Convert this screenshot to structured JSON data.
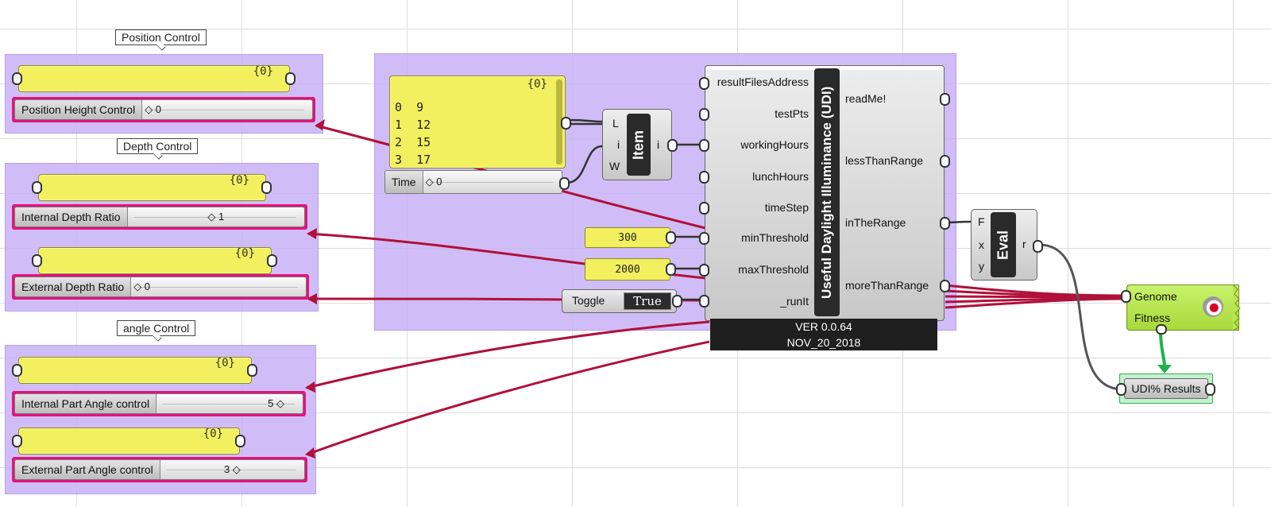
{
  "groups": {
    "position_label": "Position Control",
    "depth_label": "Depth Control",
    "angle_label": "angle Control"
  },
  "panel_count": "{0}",
  "sliders": {
    "position_height": {
      "name": "Position Height Control",
      "value": "0"
    },
    "internal_depth": {
      "name": "Internal Depth Ratio",
      "value": "1"
    },
    "external_depth": {
      "name": "External Depth Ratio",
      "value": "0"
    },
    "internal_angle": {
      "name": "Internal Part Angle control",
      "value": "5"
    },
    "external_angle": {
      "name": "External Part Angle control",
      "value": "3"
    },
    "time": {
      "name": "Time",
      "value": "0"
    }
  },
  "list_panel": {
    "count": "{0}",
    "rows": [
      "0  9",
      "1  12",
      "2  15",
      "3  17"
    ]
  },
  "list_item": {
    "title": "Item",
    "inputs": [
      "L",
      "i",
      "W"
    ],
    "output": "i"
  },
  "udi": {
    "title": "Useful Daylight Illuminance (UDI)",
    "inputs": [
      "resultFilesAddress",
      "testPts",
      "workingHours",
      "lunchHours",
      "timeStep",
      "minThreshold",
      "maxThreshold",
      "_runIt"
    ],
    "outputs": [
      "readMe!",
      "lessThanRange",
      "inTheRange",
      "moreThanRange"
    ],
    "version": "VER 0.0.64",
    "date": "NOV_20_2018"
  },
  "min_value": "300",
  "max_value": "2000",
  "toggle": {
    "name": "Toggle",
    "value": "True"
  },
  "eval": {
    "title": "Eval",
    "inputs": [
      "F",
      "x",
      "y"
    ],
    "output": "r"
  },
  "galapagos": {
    "genome": "Genome",
    "fitness": "Fitness"
  },
  "results_label": "UDI% Results",
  "colors": {
    "group": "#c8b2f6",
    "panel": "#f3f060",
    "wire_active": "#b0103a",
    "slider_selected": "#e3137e",
    "galapagos": "#b7e84a",
    "galapagos_wire": "#22b14c"
  }
}
